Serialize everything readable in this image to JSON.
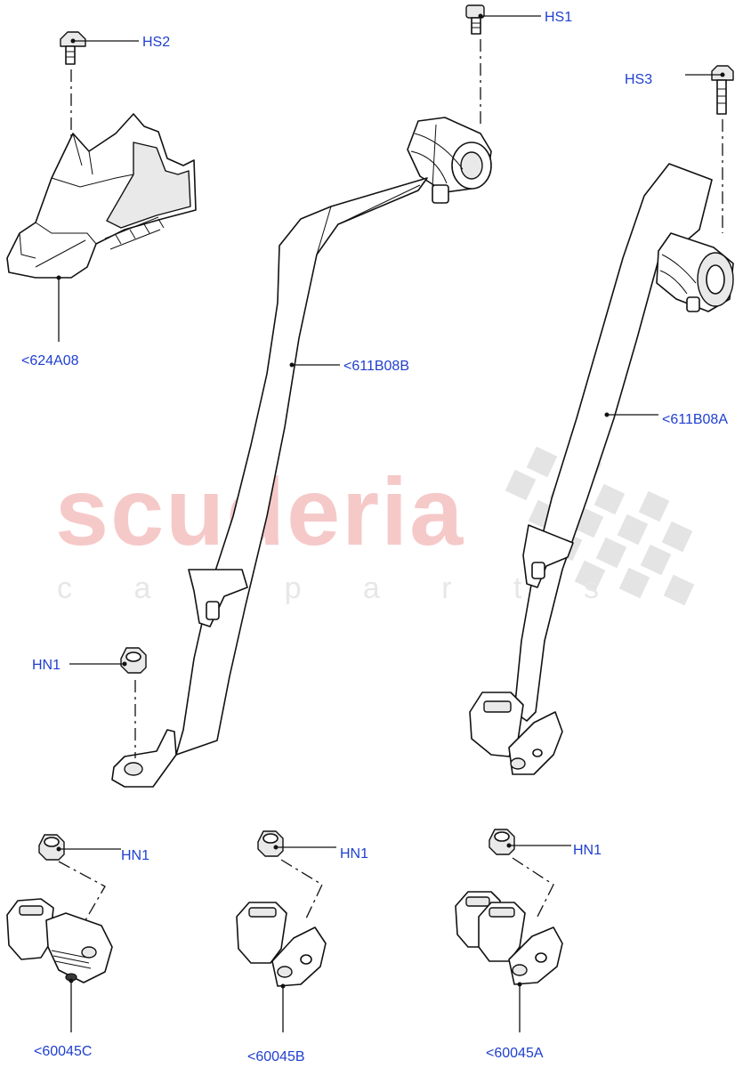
{
  "watermark": {
    "brand": "scuderia",
    "tagline": "c a r p a r t s"
  },
  "callouts": {
    "hs1": "HS1",
    "hs2": "HS2",
    "hs3": "HS3",
    "hn1_top": "HN1",
    "hn1_bottom_left": "HN1",
    "hn1_bottom_mid": "HN1",
    "hn1_bottom_right": "HN1",
    "trim_panel": "<624A08",
    "belt_left": "<611B08B",
    "belt_right": "<611B08A",
    "buckle_left": "<60045C",
    "buckle_mid": "<60045B",
    "buckle_right": "<60045A"
  },
  "colors": {
    "label_blue": "#1f3fd0",
    "watermark_red": "#f6c9c9",
    "watermark_grey": "#e7e7e7",
    "line_black": "#111111"
  }
}
